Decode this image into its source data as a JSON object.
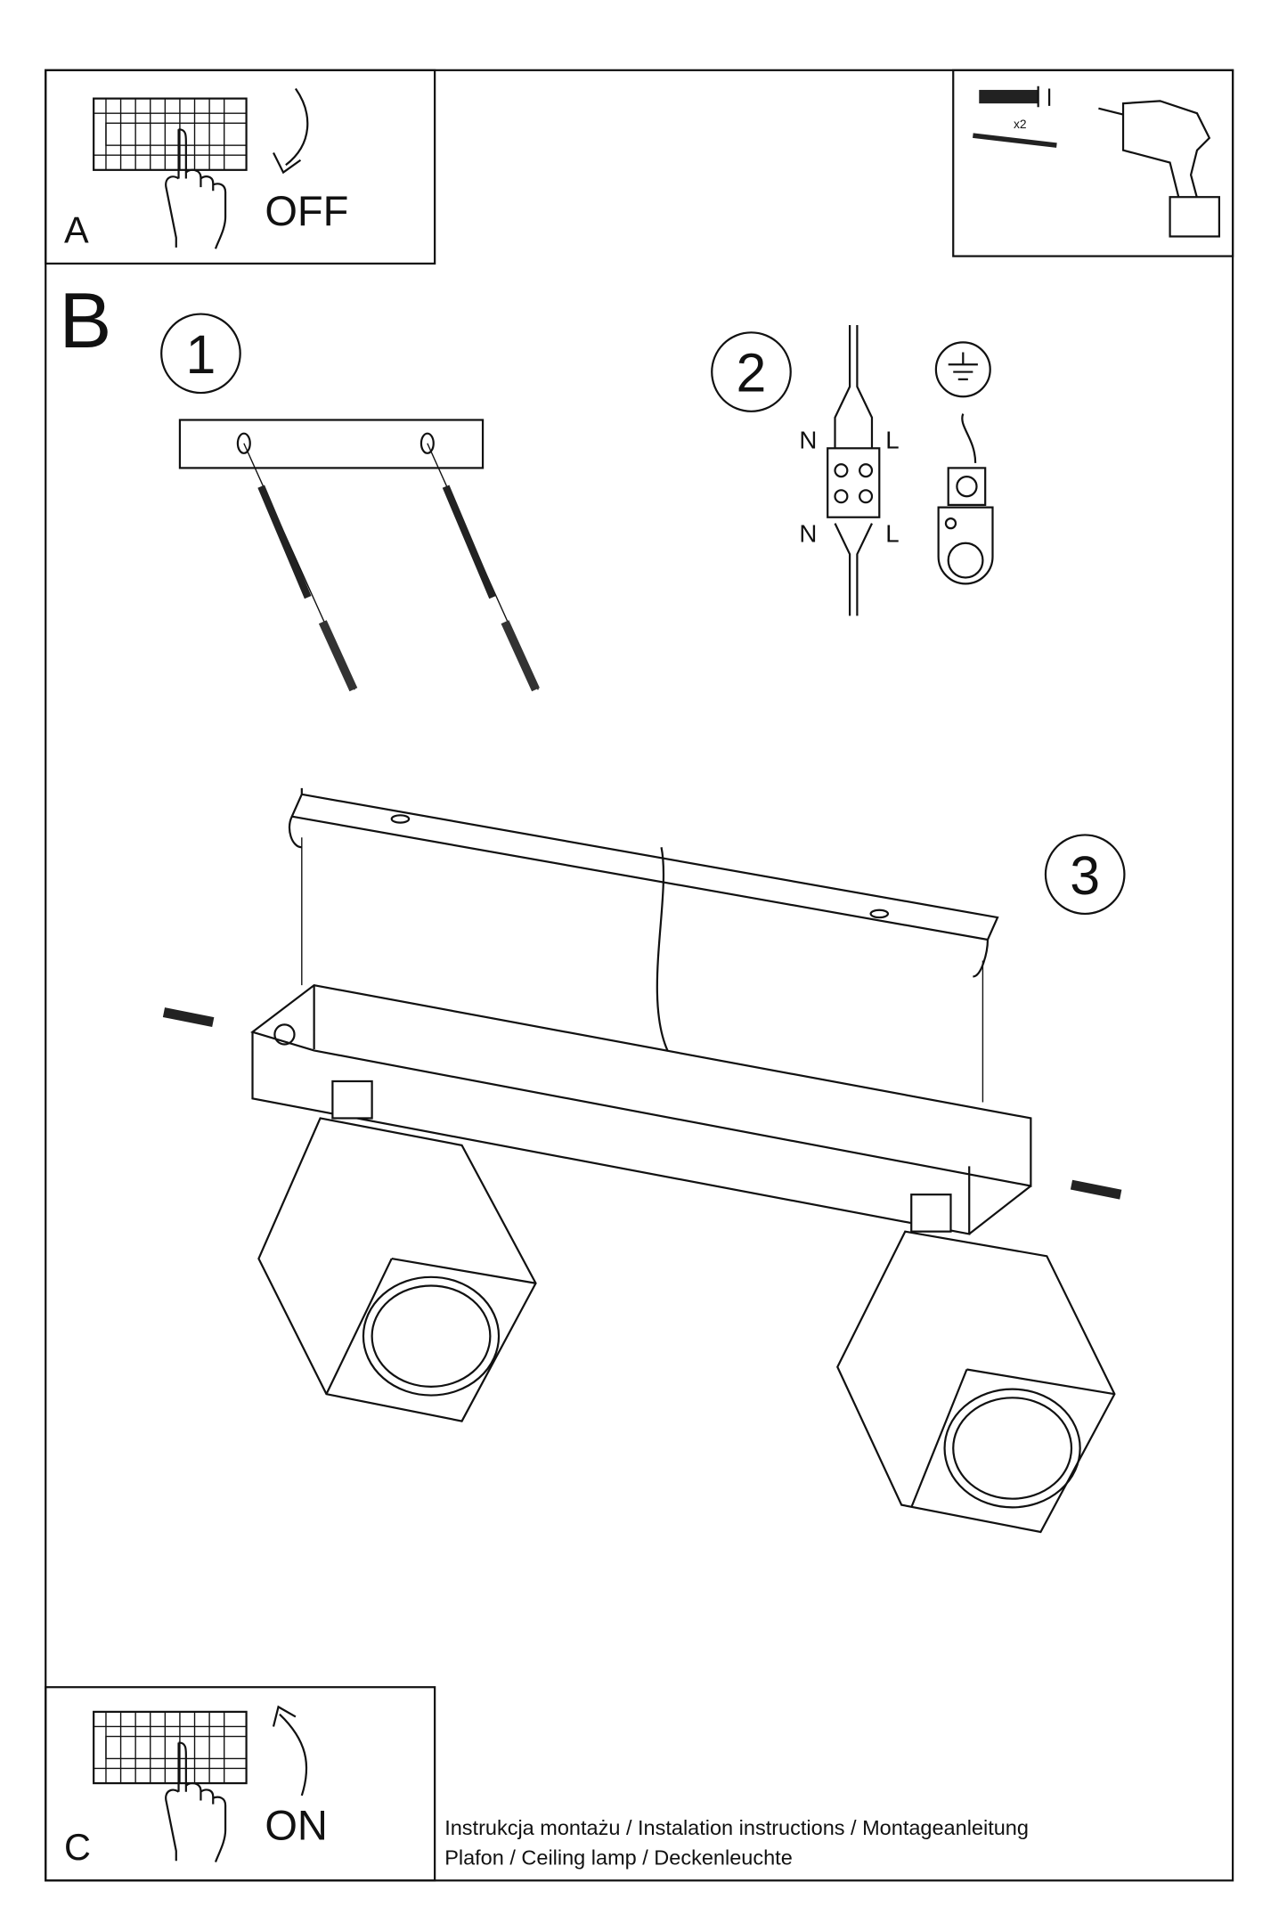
{
  "panel_a": {
    "label": "A",
    "action": "OFF"
  },
  "tools": {
    "quantity": "x2"
  },
  "panel_b": {
    "label": "B",
    "steps": [
      "1",
      "2",
      "3"
    ]
  },
  "wiring": {
    "neutral_top": "N",
    "live_top": "L",
    "neutral_bottom": "N",
    "live_bottom": "L"
  },
  "panel_c": {
    "label": "C",
    "action": "ON"
  },
  "footer": {
    "line1": "Instrukcja montażu / Instalation instructions / Montageanleitung",
    "line2": "Plafon / Ceiling lamp / Deckenleuchte"
  }
}
